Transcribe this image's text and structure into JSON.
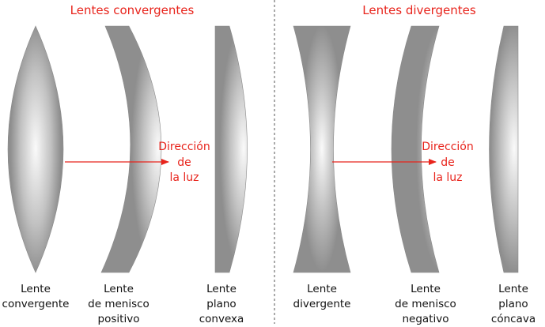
{
  "convergent": {
    "title": "Lentes convergentes",
    "lenses": [
      {
        "line1": "Lente",
        "line2": "convergente",
        "line3": ""
      },
      {
        "line1": "Lente",
        "line2": "de menisco",
        "line3": "positivo"
      },
      {
        "line1": "Lente",
        "line2": "plano",
        "line3": "convexa"
      }
    ],
    "light": {
      "line1": "Dirección",
      "line2": "de",
      "line3": "la luz"
    }
  },
  "divergent": {
    "title": "Lentes divergentes",
    "lenses": [
      {
        "line1": "Lente",
        "line2": "divergente",
        "line3": ""
      },
      {
        "line1": "Lente",
        "line2": "de menisco",
        "line3": "negativo"
      },
      {
        "line1": "Lente",
        "line2": "plano",
        "line3": "cóncava"
      }
    ],
    "light": {
      "line1": "Dirección",
      "line2": "de",
      "line3": "la luz"
    }
  },
  "colors": {
    "accent": "#e8241c",
    "lens_edge": "#8a8a8a",
    "lens_center": "#fafafa",
    "text": "#111111",
    "divider": "#555555"
  }
}
